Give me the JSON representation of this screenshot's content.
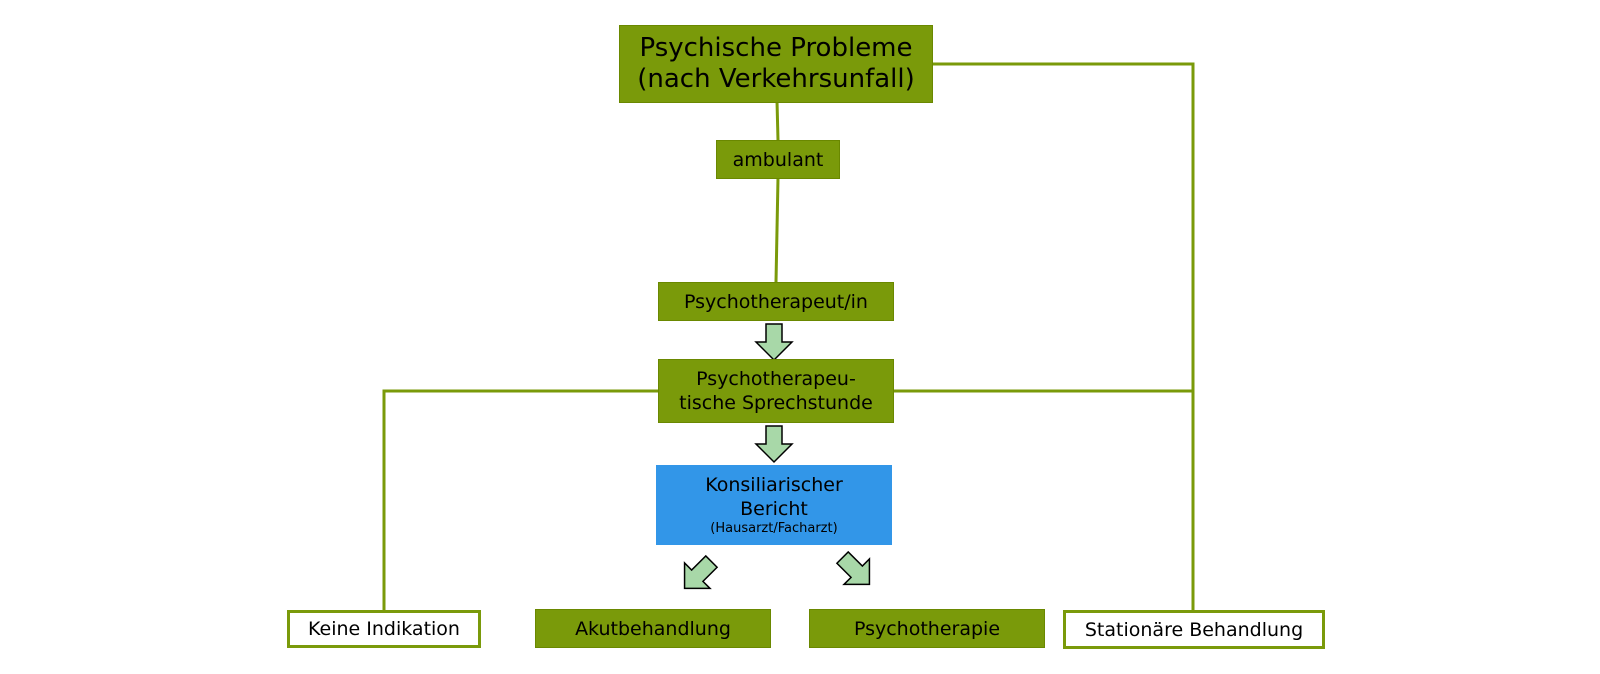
{
  "colors": {
    "green": "#7a9a0a",
    "blue": "#3296e8",
    "arrow_fill": "#a8d8a8",
    "arrow_stroke": "#000000"
  },
  "nodes": {
    "root": {
      "line1": "Psychische Probleme",
      "line2": "(nach Verkehrsunfall)"
    },
    "ambulant": {
      "label": "ambulant"
    },
    "psychotherapist": {
      "label": "Psychotherapeut/in"
    },
    "consultation": {
      "line1": "Psychotherapeu-",
      "line2": "tische Sprechstunde"
    },
    "consiliary_report": {
      "line1": "Konsiliarischer",
      "line2": "Bericht",
      "note": "(Hausarzt/Facharzt)"
    },
    "no_indication": {
      "label": "Keine Indikation"
    },
    "acute_treatment": {
      "label": "Akutbehandlung"
    },
    "psychotherapy": {
      "label": "Psychotherapie"
    },
    "inpatient_treatment": {
      "label": "Stationäre Behandlung"
    }
  },
  "edges": [
    {
      "from": "root",
      "to": "ambulant",
      "style": "line"
    },
    {
      "from": "ambulant",
      "to": "psychotherapist",
      "style": "line"
    },
    {
      "from": "psychotherapist",
      "to": "consultation",
      "style": "block-arrow"
    },
    {
      "from": "consultation",
      "to": "consiliary_report",
      "style": "block-arrow"
    },
    {
      "from": "consiliary_report",
      "to": "acute_treatment",
      "style": "block-arrow"
    },
    {
      "from": "consiliary_report",
      "to": "psychotherapy",
      "style": "block-arrow"
    },
    {
      "from": "consultation",
      "to": "no_indication",
      "style": "line"
    },
    {
      "from": "consultation",
      "to": "inpatient_treatment",
      "style": "line"
    },
    {
      "from": "root",
      "to": "inpatient_treatment",
      "style": "line"
    }
  ]
}
